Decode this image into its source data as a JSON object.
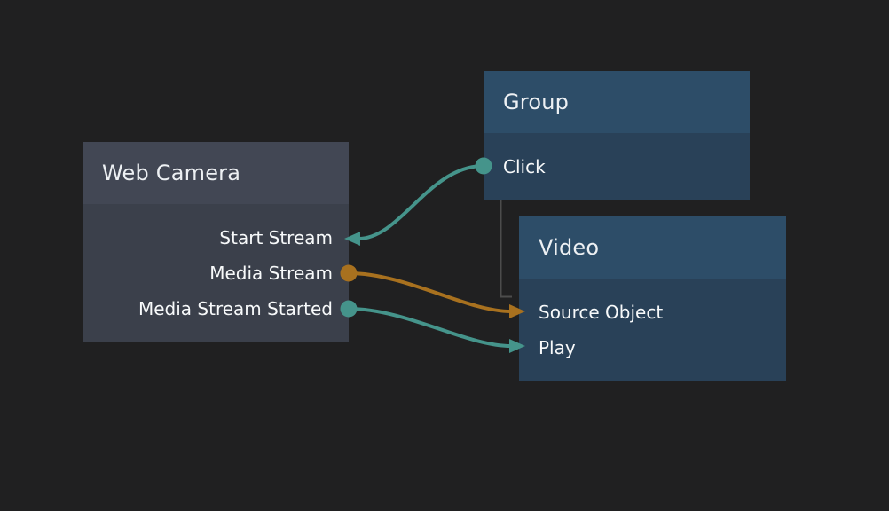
{
  "app": {
    "type": "node-editor-canvas",
    "background": "#202021"
  },
  "colors": {
    "teal": "#45948b",
    "orange": "#a8711f",
    "group_link": "#4c4c4c",
    "gray_node_header": "#424754",
    "gray_node_body": "#3b404b",
    "blue_node_header": "#2d4d68",
    "blue_node_body": "#294158",
    "text": "#f1f3f5"
  },
  "nodes": {
    "web_camera": {
      "title": "Web Camera",
      "ports": [
        {
          "label": "Start Stream",
          "side": "right",
          "marker": "arrow-in",
          "marker_color": "teal"
        },
        {
          "label": "Media Stream",
          "side": "right",
          "marker": "dot-out",
          "marker_color": "orange"
        },
        {
          "label": "Media Stream Started",
          "side": "right",
          "marker": "dot-out",
          "marker_color": "teal"
        }
      ]
    },
    "group": {
      "title": "Group",
      "ports": [
        {
          "label": "Click",
          "side": "left",
          "marker": "dot-out",
          "marker_color": "teal"
        }
      ]
    },
    "video": {
      "title": "Video",
      "ports": [
        {
          "label": "Source Object",
          "side": "left",
          "marker": "arrow-in",
          "marker_color": "orange"
        },
        {
          "label": "Play",
          "side": "left",
          "marker": "arrow-in",
          "marker_color": "teal"
        }
      ]
    }
  },
  "connections": [
    {
      "from": "Group.Click",
      "to": "Web Camera.Start Stream",
      "color": "teal"
    },
    {
      "from": "Web Camera.Media Stream",
      "to": "Video.Source Object",
      "color": "orange"
    },
    {
      "from": "Web Camera.Media Stream Started",
      "to": "Video.Play",
      "color": "teal"
    },
    {
      "from": "Group",
      "to": "Video",
      "type": "group-child-link",
      "color": "group_link"
    }
  ]
}
